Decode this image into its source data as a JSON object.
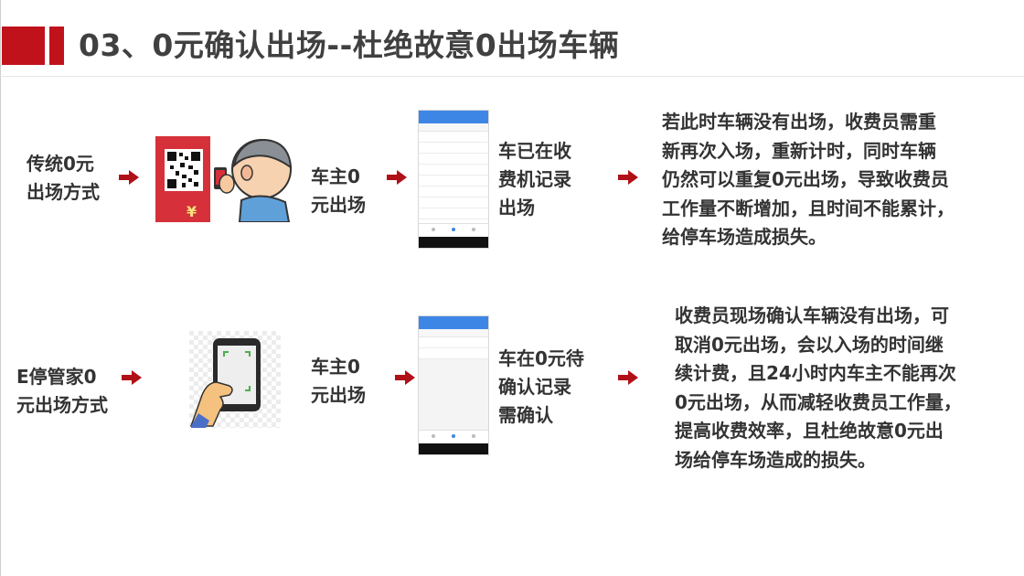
{
  "header": {
    "title": "03、0元确认出场--杜绝故意0出场车辆",
    "accent_color": "#c0121b"
  },
  "row1": {
    "method_label": [
      "传统0元",
      "出场方式"
    ],
    "owner_label": [
      "车主0",
      "元出场"
    ],
    "record_label": [
      "车已在收",
      "费机记录",
      "出场"
    ],
    "description": [
      "若此时车辆没有出场，收费员需重",
      "新再次入场，重新计时，同时车辆",
      "仍然可以重复0元出场，导致收费员",
      "工作量不断增加，且时间不能累计，",
      "给停车场造成损失。"
    ]
  },
  "row2": {
    "method_label": [
      "E停管家0",
      "元出场方式"
    ],
    "owner_label": [
      "车主0",
      "元出场"
    ],
    "record_label": [
      "车在0元待",
      "确认记录",
      "需确认"
    ],
    "description": [
      "收费员现场确认车辆没有出场，可",
      "取消0元出场，会以入场的时间继",
      "续计费，且24小时内车主不能再次",
      "0元出场，从而减轻收费员工作量，",
      "提高收费效率，且杜绝故意0元出",
      "场给停车场造成的损失。"
    ]
  },
  "icons": {
    "arrow": "right-arrow-icon",
    "qr_scan": "qr-code-scan-illustration",
    "hand_phone": "hand-holding-phone-illustration",
    "app_screen": "app-screenshot"
  },
  "colors": {
    "arrow": "#b01018",
    "app_header": "#3d86e6"
  }
}
